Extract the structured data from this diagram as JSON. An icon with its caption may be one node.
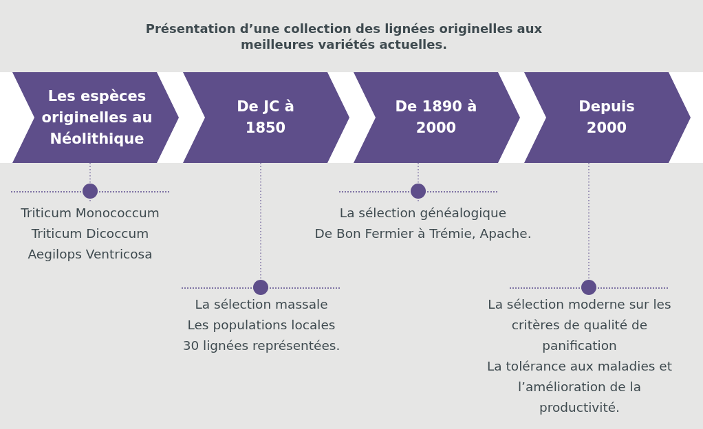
{
  "diagram": {
    "title": "Présentation d’une collection des lignées originelles aux meilleures variétés actuelles.",
    "nodes": [
      {
        "text": [
          "Les espèces originelles au Néolithique"
        ]
      },
      {
        "text": [
          "De JC à 1850"
        ]
      },
      {
        "text": [
          "De 1890 à 2000"
        ]
      },
      {
        "text": [
          "Depuis 2000"
        ]
      },
      {
        "text": [
          "Triticum Monococcum",
          "Triticum Dicoccum",
          "Aegilops Ventricosa"
        ]
      },
      {
        "text": [
          "La sélection massale",
          "Les populations locales",
          "30 lignées représentées."
        ]
      },
      {
        "text": [
          "La sélection généalogique",
          "De Bon Fermier à Trémie, Apache."
        ]
      },
      {
        "text": [
          "La sélection moderne sur les critères de qualité de panification",
          "La tolérance aux maladies et l’amélioration de la productivité."
        ]
      }
    ],
    "edges": [
      {
        "from": 0,
        "to": 4,
        "arrow": "none",
        "style": "dashed"
      },
      {
        "from": 1,
        "to": 5,
        "arrow": "none",
        "style": "dashed"
      },
      {
        "from": 2,
        "to": 6,
        "arrow": "none",
        "style": "dashed"
      },
      {
        "from": 3,
        "to": 7,
        "arrow": "none",
        "style": "dashed"
      }
    ]
  }
}
